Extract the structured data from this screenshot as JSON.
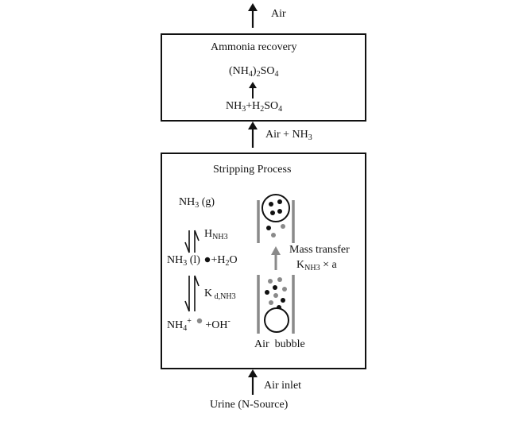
{
  "top_output": {
    "label": "Air"
  },
  "recovery": {
    "title": "Ammonia recovery",
    "product": {
      "a": "(NH",
      "a_sub": "4",
      "b": ")",
      "b_sub": "2",
      "c": "SO",
      "c_sub": "4"
    },
    "reactants": {
      "a": "NH",
      "a_sub": "3",
      "b": "+H",
      "b_sub": "2",
      "c": "SO",
      "c_sub": "4"
    }
  },
  "middle_flow": {
    "a": "Air + NH",
    "a_sub": "3"
  },
  "stripping": {
    "title": "Stripping Process",
    "nh3_gas": {
      "a": "NH",
      "a_sub": "3",
      "b": " (g)"
    },
    "henry_const": {
      "a": "H",
      "a_sub": "NH3"
    },
    "nh3_liquid": {
      "a": "NH",
      "a_sub": "3",
      "b": " (l)",
      "c": " +H",
      "c_sub": "2",
      "d": "O"
    },
    "dissoc_const": {
      "a": "K",
      "a_sub": " d,NH3"
    },
    "ions": {
      "a": "NH",
      "a_sub": "4",
      "a_sup": "+",
      "c": " +OH",
      "c_sup": "-"
    },
    "mass_transfer": {
      "line1": "Mass transfer",
      "k": "K",
      "k_sub": "NH3",
      "rest": " × a"
    },
    "air_bubble": "Air  bubble"
  },
  "inlet": {
    "label": "Air inlet",
    "source": "Urine (N-Source)"
  },
  "colors": {
    "line": "#111111",
    "grey_wall": "#8a8a8a",
    "grey_dot": "#8a8a8a",
    "black_dot": "#111111"
  }
}
